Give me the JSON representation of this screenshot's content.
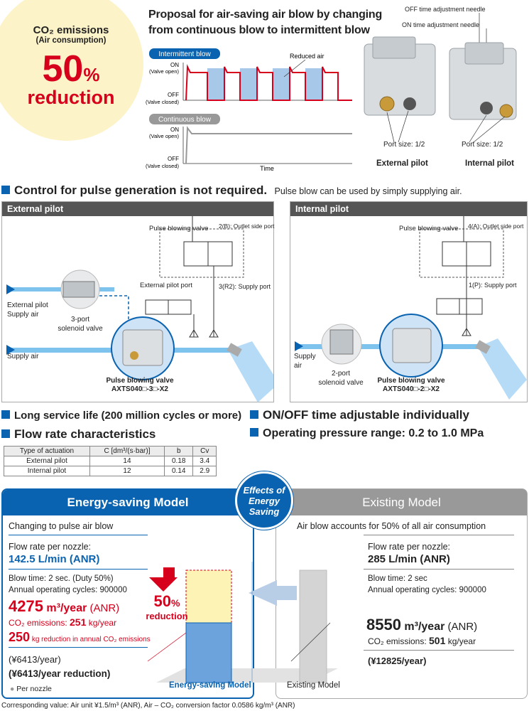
{
  "badge": {
    "line1": "CO₂ emissions",
    "line2": "(Air consumption)",
    "percent": "50",
    "percent_sign": "%",
    "line3": "reduction"
  },
  "proposal": {
    "title1": "Proposal for air-saving air blow by changing",
    "title2": "from continuous blow to intermittent blow"
  },
  "timing": {
    "intermittent_tag": "Intermittent blow",
    "continuous_tag": "Continuous blow",
    "on_label": "ON",
    "on_sub": "(Valve open)",
    "off_label": "OFF",
    "off_sub": "(Valve closed)",
    "reduced_air": "Reduced air",
    "time_label": "Time"
  },
  "photos": {
    "off_needle": "OFF time adjustment needle",
    "on_needle": "ON time adjustment needle",
    "port_size_left": "Port size: 1/2",
    "port_size_right": "Port size: 1/2",
    "external_pilot": "External pilot",
    "internal_pilot": "Internal pilot"
  },
  "section_pulse": {
    "title": "Control for pulse generation is not required.",
    "subtitle": "Pulse blow can be used by simply supplying air."
  },
  "panel_ext": {
    "header": "External pilot",
    "pulse_valve": "Pulse blowing valve",
    "outlet": "2(B): Outlet side port",
    "ext_port": "External pilot port",
    "supply_port": "3(R2): Supply port",
    "ext_supply1": "External pilot",
    "ext_supply2": "Supply air",
    "solenoid1": "3-port",
    "solenoid2": "solenoid valve",
    "supply_air": "Supply air",
    "valve_name": "Pulse blowing valve",
    "valve_model": "AXTS040□-3□-X2"
  },
  "panel_int": {
    "header": "Internal pilot",
    "pulse_valve": "Pulse blowing valve",
    "outlet": "4(A): Outlet side port",
    "supply_port": "1(P): Supply port",
    "supply1": "Supply",
    "supply2": "air",
    "solenoid1": "2-port",
    "solenoid2": "solenoid valve",
    "valve_name": "Pulse blowing valve",
    "valve_model": "AXTS040□-2□-X2"
  },
  "features": {
    "f1": "Long service life (200 million cycles or more)",
    "f2": "Flow rate characteristics",
    "f3": "ON/OFF time adjustable individually",
    "f4": "Operating pressure range: 0.2 to 1.0 MPa"
  },
  "flow_table": {
    "headers": [
      "Type of actuation",
      "C [dm³/(s·bar)]",
      "b",
      "Cv"
    ],
    "rows": [
      [
        "External pilot",
        "14",
        "0.18",
        "3.4"
      ],
      [
        "Internal pilot",
        "12",
        "0.14",
        "2.9"
      ]
    ]
  },
  "effects": {
    "l1": "Effects of",
    "l2": "Energy",
    "l3": "Saving"
  },
  "energy_model": {
    "title": "Energy-saving Model",
    "changing": "Changing to pulse air blow",
    "flow_label": "Flow rate per nozzle:",
    "flow_value": "142.5 L/min (ANR)",
    "blow_time": "Blow time: 2 sec. (Duty 50%)",
    "cycles": "Annual operating cycles: 900000",
    "volume_num": "4275",
    "volume_unit": " m³/year",
    "volume_anr": " (ANR)",
    "co2_label": "CO₂ emissions: ",
    "co2_value": "251",
    "co2_unit": " kg/year",
    "reduction_num": "250",
    "reduction_text": " kg reduction in annual CO₂ emissions",
    "yen": "(¥6413/year)",
    "yen_red": "(¥6413/year reduction)",
    "per_nozzle": "Per nozzle",
    "bar_label": "Energy-saving Model",
    "pct": "50",
    "pct_sign": "%",
    "pct_text": "reduction"
  },
  "existing_model": {
    "title": "Existing Model",
    "accounts": "Air blow accounts for 50% of all air consumption",
    "flow_label": "Flow rate per nozzle:",
    "flow_value": "285 L/min (ANR)",
    "blow_time": "Blow time: 2 sec",
    "cycles": "Annual operating cycles: 900000",
    "volume_num": "8550",
    "volume_unit": " m³/year",
    "volume_anr": " (ANR)",
    "co2_label": "CO₂ emissions: ",
    "co2_value": "501",
    "co2_unit": " kg/year",
    "yen": "(¥12825/year)",
    "bar_label": "Existing Model"
  },
  "footnote": "Corresponding value: Air unit ¥1.5/m³ (ANR), Air – CO₂ conversion factor 0.0586 kg/m³ (ANR)",
  "colors": {
    "accent_blue": "#0a63b0",
    "accent_red": "#d6001c",
    "badge_bg": "#fdf3c9"
  }
}
